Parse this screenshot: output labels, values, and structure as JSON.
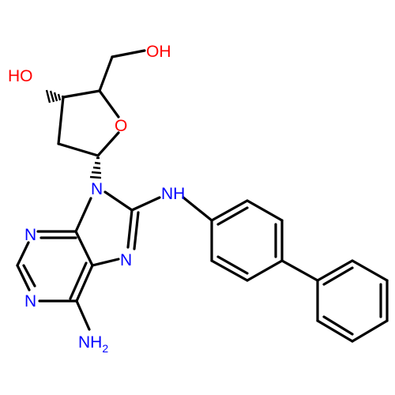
{
  "colors": {
    "bond": "#000000",
    "oxygen": "#ff0000",
    "nitrogen": "#0000ff",
    "background": "#ffffff"
  },
  "labels": {
    "oh_top": "OH",
    "ho_left": "HO",
    "ring_o": "O",
    "n9": "N",
    "nh": "NH",
    "n7": "N",
    "n1": "N",
    "n3": "N",
    "nh2_main": "NH",
    "nh2_sub": "2"
  }
}
